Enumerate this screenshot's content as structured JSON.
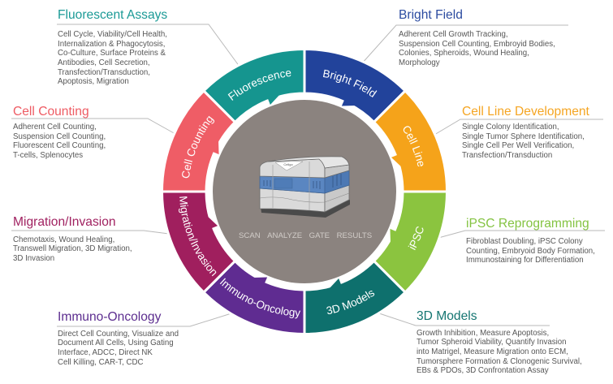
{
  "wheel": {
    "center": {
      "color": "#8b837f",
      "device_label": "Celigo",
      "steps": [
        "SCAN",
        "ANALYZE",
        "GATE",
        "RESULTS"
      ]
    },
    "segments": [
      {
        "label": "Fluorescence",
        "color": "#15958f"
      },
      {
        "label": "Bright Field",
        "color": "#22439b"
      },
      {
        "label": "Cell Line",
        "color": "#f5a31a"
      },
      {
        "label": "iPSC",
        "color": "#8bc43f"
      },
      {
        "label": "3D Models",
        "color": "#0e706d"
      },
      {
        "label": "Immuno-Oncology",
        "color": "#5f2c91"
      },
      {
        "label": "Migration/Invasion",
        "color": "#a01f5e"
      },
      {
        "label": "Cell Counting",
        "color": "#ef5d66"
      }
    ]
  },
  "callouts": [
    {
      "title": "Fluorescent Assays",
      "color": "#1b9a96",
      "lines": [
        "Cell Cycle, Viability/Cell Health,",
        "Internalization & Phagocytosis,",
        "Co-Culture, Surface Proteins &",
        "Antibodies, Cell Secretion,",
        "Transfection/Transduction,",
        "Apoptosis, Migration"
      ]
    },
    {
      "title": "Bright Field",
      "color": "#2b4ba0",
      "lines": [
        "Adherent Cell Growth Tracking,",
        "Suspension Cell Counting, Embroyid Bodies,",
        "Colonies, Spheroids, Wound Healing,",
        "Morphology"
      ]
    },
    {
      "title": "Cell Line Development",
      "color": "#f5a522",
      "lines": [
        "Single Colony Identification,",
        "Single Tumor Sphere Identification,",
        "Single Cell Per Well Verification,",
        "Transfection/Transduction"
      ]
    },
    {
      "title": "iPSC Reprogramming",
      "color": "#84c342",
      "lines": [
        "Fibroblast Doubling, iPSC Colony",
        "Counting, Embryoid Body Formation,",
        "Immunostaining for Differentiation"
      ]
    },
    {
      "title": "3D Models",
      "color": "#147571",
      "lines": [
        "Growth Inhibition, Measure Apoptosis,",
        "Tumor Spheroid Viability, Quantify Invasion",
        "into Matrigel, Measure Migration onto ECM,",
        "Tumorsphere Formation & Clonogenic Survival,",
        "EBs & PDOs, 3D Confrontation Assay"
      ]
    },
    {
      "title": "Immuno-Oncology",
      "color": "#5c2d8f",
      "lines": [
        "Direct Cell Counting, Visualize and",
        "Document All Cells, Using Gating",
        "Interface, ADCC, Direct NK",
        "Cell Killing, CAR-T, CDC"
      ]
    },
    {
      "title": "Migration/Invasion",
      "color": "#a02160",
      "lines": [
        "Chemotaxis, Wound Healing,",
        "Transwell Migration, 3D Migration,",
        "3D Invasion"
      ]
    },
    {
      "title": "Cell Counting",
      "color": "#ee5b63",
      "lines": [
        "Adherent Cell Counting,",
        "Suspension Cell Counting,",
        "Fluorescent Cell Counting,",
        "T-cells, Splenocytes"
      ]
    }
  ]
}
